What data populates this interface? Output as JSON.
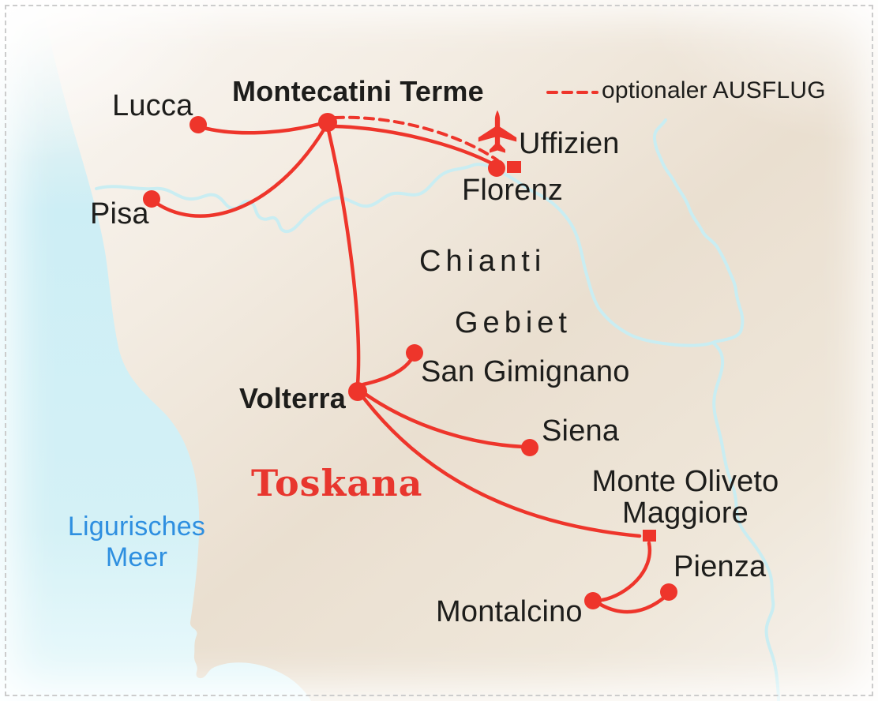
{
  "legend": {
    "optional_trip": "optionaler AUSFLUG"
  },
  "regions": {
    "toskana": "Toskana",
    "chianti_line1": "Chianti",
    "chianti_line2": "Gebiet",
    "sea_line1": "Ligurisches",
    "sea_line2": "Meer"
  },
  "cities": {
    "lucca": "Lucca",
    "montecatini": "Montecatini Terme",
    "pisa": "Pisa",
    "florenz": "Florenz",
    "uffizien": "Uffizien",
    "san_gimignano": "San Gimignano",
    "volterra": "Volterra",
    "siena": "Siena",
    "monte_oliveto_line1": "Monte Oliveto",
    "monte_oliveto_line2": "Maggiore",
    "pienza": "Pienza",
    "montalcino": "Montalcino"
  },
  "icons": {
    "plane": "plane-icon",
    "city_dot": "city-dot-marker",
    "sight_square": "sight-square-marker"
  },
  "colors": {
    "route_red": "#ee352b",
    "toskana_red": "#e8362e",
    "sea_text_blue": "#2e8fe0",
    "label_black": "#1d1d1b",
    "river": "#c9edf2",
    "sea_fill": "#cfeef5",
    "land_fill": "#ece2d4",
    "frame_dash": "#cccccc"
  }
}
